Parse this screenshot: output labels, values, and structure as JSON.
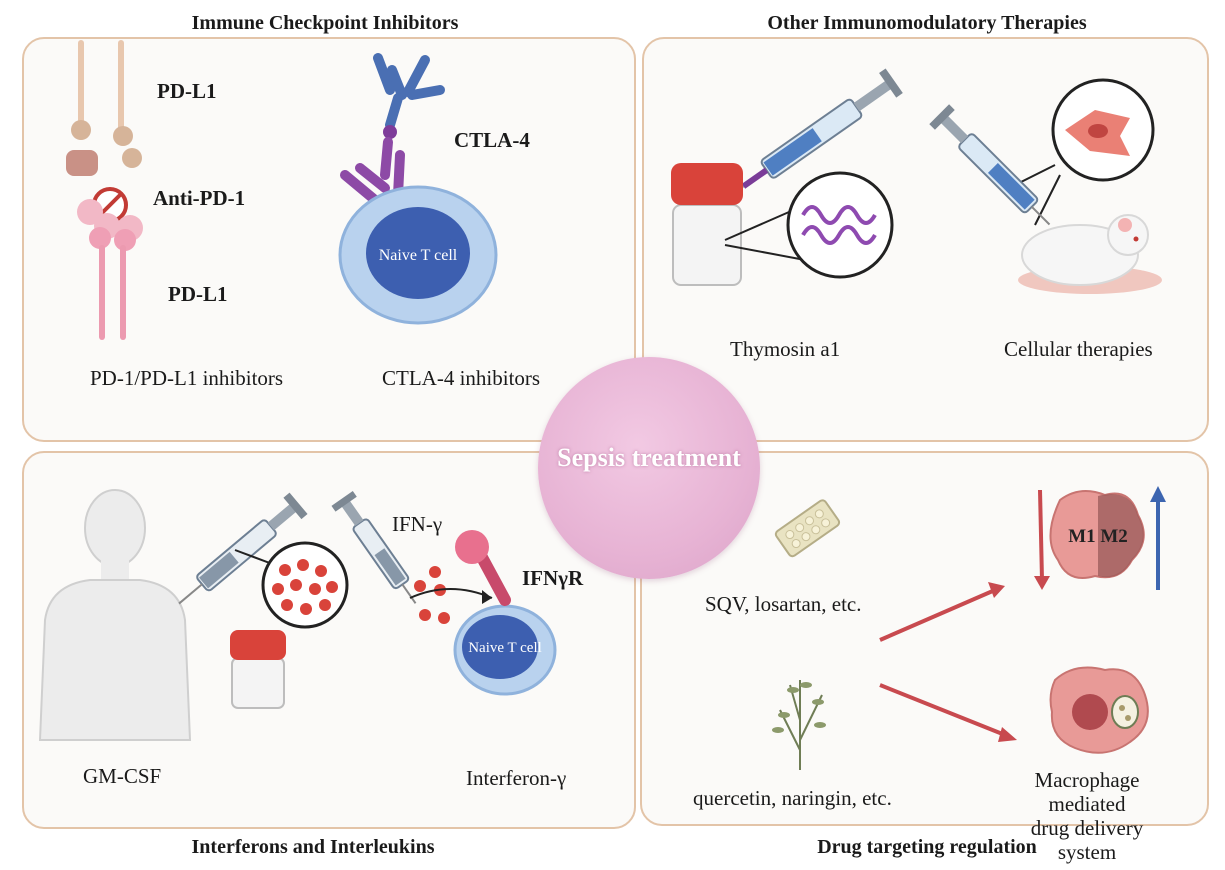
{
  "headings": {
    "top_left": "Immune Checkpoint Inhibitors",
    "top_right": "Other Immunomodulatory Therapies",
    "bottom_left": "Interferons and Interleukins",
    "bottom_right": "Drug targeting regulation"
  },
  "center": {
    "label": "Sepsis treatment"
  },
  "checkpoint": {
    "pdl1_top": "PD-L1",
    "anti_pd1": "Anti-PD-1",
    "pdl1_bottom": "PD-L1",
    "pd1_caption": "PD-1/PD-L1 inhibitors",
    "ctla4_label": "CTLA-4",
    "naive_t_cell": "Naive T cell",
    "ctla4_caption": "CTLA-4 inhibitors"
  },
  "other": {
    "thymosin": "Thymosin a1",
    "cellular": "Cellular therapies"
  },
  "interferons": {
    "ifn_gamma": "IFN-γ",
    "ifn_receptor": "IFNγR",
    "naive_t_cell": "Naive T cell",
    "gmcsf": "GM-CSF",
    "interferon": "Interferon-γ"
  },
  "drug_targeting": {
    "sqv": "SQV, losartan, etc.",
    "quercetin": "quercetin, naringin, etc.",
    "m1m2": "M1 M2",
    "macrophage_line1": "Macrophage mediated",
    "macrophage_line2": "drug delivery system"
  },
  "colors": {
    "panel_border": "#e3c4a8",
    "center_fill": "#e7b3d4",
    "cell_fill": "#b9d2ee",
    "cell_nucleus": "#3d5fb0",
    "red_arrow": "#c84a4f",
    "blue_arrow": "#3c65b0",
    "bottle_cap": "#d9433a"
  }
}
